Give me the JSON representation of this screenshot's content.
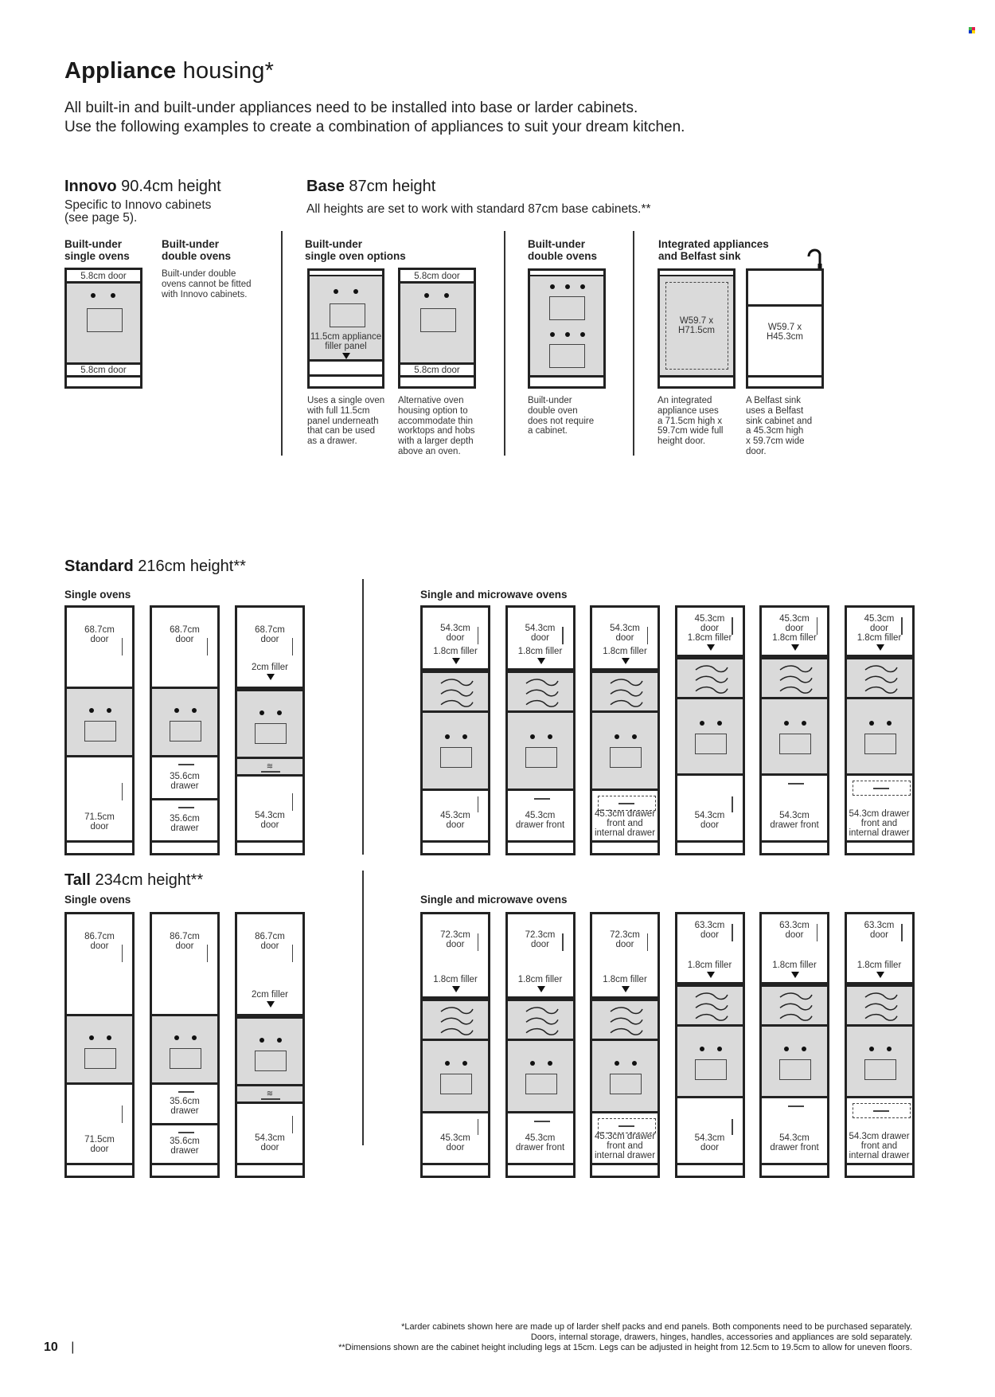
{
  "page": {
    "title_bold": "Appliance",
    "title_rest": " housing*",
    "intro_line1": "All built-in and built-under appliances need to be installed into base or larder cabinets.",
    "intro_line2": "Use the following examples to create a combination of appliances to suit your dream kitchen.",
    "logo_colors": [
      "#3cb44b",
      "#e6194b",
      "#0033cc",
      "#ffd700"
    ],
    "page_number": "10",
    "page_number_sep": "|"
  },
  "innovo": {
    "heading_bold": "Innovo",
    "heading_rest": " 90.4cm height",
    "sub1": "Specific to Innovo cabinets",
    "sub2": "(see page 5).",
    "single_label_1": "Built-under",
    "single_label_2": "single ovens",
    "single_top_door": "5.8cm door",
    "single_bottom_door": "5.8cm door",
    "double_label_1": "Built-under",
    "double_label_2": "double ovens",
    "double_desc": [
      "Built-under double",
      "ovens cannot be fitted",
      "with Innovo cabinets."
    ]
  },
  "base": {
    "heading_bold": "Base",
    "heading_rest": " 87cm height",
    "sub": "All heights are set to work with standard 87cm base cabinets.**",
    "single": {
      "label_1": "Built-under",
      "label_2": "single oven options",
      "option_a_filler_1": "11.5cm appliance",
      "option_a_filler_2": "filler panel",
      "option_a_desc": [
        "Uses a single oven",
        "with full 11.5cm",
        "panel underneath",
        "that can be used",
        "as a drawer."
      ],
      "option_b_top_door": "5.8cm door",
      "option_b_bottom_door": "5.8cm door",
      "option_b_desc": [
        "Alternative oven",
        "housing option to",
        "accommodate thin",
        "worktops and hobs",
        "with a larger depth",
        "above an oven."
      ]
    },
    "double": {
      "label_1": "Built-under",
      "label_2": "double ovens",
      "desc": [
        "Built-under",
        "double oven",
        "does not require",
        "a cabinet."
      ]
    },
    "integrated": {
      "label_1": "Integrated appliances",
      "label_2": "and Belfast sink",
      "appliance_dim_1": "W59.7 x",
      "appliance_dim_2": "H71.5cm",
      "appliance_desc": [
        "An integrated",
        "appliance uses",
        "a 71.5cm high x",
        "59.7cm wide full",
        "height door."
      ],
      "sink_dim_1": "W59.7 x",
      "sink_dim_2": "H45.3cm",
      "sink_desc": [
        "A Belfast sink",
        "uses a Belfast",
        "sink cabinet and",
        "a 45.3cm high",
        "x 59.7cm wide",
        "door."
      ]
    }
  },
  "standard": {
    "heading_bold": "Standard",
    "heading_rest": " 216cm height**",
    "single_label": "Single ovens",
    "micro_label": "Single and microwave ovens",
    "single": [
      {
        "top_1": "68.7cm",
        "top_2": "door",
        "bot_1": "71.5cm",
        "bot_2": "door"
      },
      {
        "top_1": "68.7cm",
        "top_2": "door",
        "mid_1": "35.6cm",
        "mid_2": "drawer",
        "bot_1": "35.6cm",
        "bot_2": "drawer"
      },
      {
        "top_1": "68.7cm",
        "top_2": "door",
        "filler": "2cm filler",
        "bot_1": "54.3cm",
        "bot_2": "door"
      }
    ],
    "micro": [
      {
        "top_1": "54.3cm",
        "top_2": "door",
        "filler": "1.8cm filler",
        "bot_1": "45.3cm",
        "bot_2": "door"
      },
      {
        "top_1": "54.3cm",
        "top_2": "door",
        "filler": "1.8cm filler",
        "bot_1": "45.3cm",
        "bot_2": "drawer front"
      },
      {
        "top_1": "54.3cm",
        "top_2": "door",
        "filler": "1.8cm filler",
        "bot_1": "45.3cm drawer",
        "bot_2": "front and",
        "bot_3": "internal drawer"
      },
      {
        "top_1": "45.3cm",
        "top_2": "door",
        "filler": "1.8cm filler",
        "bot_1": "54.3cm",
        "bot_2": "door"
      },
      {
        "top_1": "45.3cm",
        "top_2": "door",
        "filler": "1.8cm filler",
        "bot_1": "54.3cm",
        "bot_2": "drawer front"
      },
      {
        "top_1": "45.3cm",
        "top_2": "door",
        "filler": "1.8cm filler",
        "bot_1": "54.3cm drawer",
        "bot_2": "front and",
        "bot_3": "internal drawer"
      }
    ]
  },
  "tall": {
    "heading_bold": "Tall",
    "heading_rest": " 234cm height**",
    "single_label": "Single ovens",
    "micro_label": "Single and microwave ovens",
    "single": [
      {
        "top_1": "86.7cm",
        "top_2": "door",
        "bot_1": "71.5cm",
        "bot_2": "door"
      },
      {
        "top_1": "86.7cm",
        "top_2": "door",
        "mid_1": "35.6cm",
        "mid_2": "drawer",
        "bot_1": "35.6cm",
        "bot_2": "drawer"
      },
      {
        "top_1": "86.7cm",
        "top_2": "door",
        "filler": "2cm filler",
        "bot_1": "54.3cm",
        "bot_2": "door"
      }
    ],
    "micro": [
      {
        "top_1": "72.3cm",
        "top_2": "door",
        "filler": "1.8cm filler",
        "bot_1": "45.3cm",
        "bot_2": "door"
      },
      {
        "top_1": "72.3cm",
        "top_2": "door",
        "filler": "1.8cm filler",
        "bot_1": "45.3cm",
        "bot_2": "drawer front"
      },
      {
        "top_1": "72.3cm",
        "top_2": "door",
        "filler": "1.8cm filler",
        "bot_1": "45.3cm drawer",
        "bot_2": "front and",
        "bot_3": "internal drawer"
      },
      {
        "top_1": "63.3cm",
        "top_2": "door",
        "filler": "1.8cm filler",
        "bot_1": "54.3cm",
        "bot_2": "door"
      },
      {
        "top_1": "63.3cm",
        "top_2": "door",
        "filler": "1.8cm filler",
        "bot_1": "54.3cm",
        "bot_2": "drawer front"
      },
      {
        "top_1": "63.3cm",
        "top_2": "door",
        "filler": "1.8cm filler",
        "bot_1": "54.3cm drawer",
        "bot_2": "front and",
        "bot_3": "internal drawer"
      }
    ]
  },
  "footer": {
    "line1": "*Larder cabinets shown here are made up of larder shelf packs and end panels. Both components need to be purchased separately.",
    "line2": "Doors, internal storage, drawers, hinges, handles, accessories and appliances are sold separately.",
    "line3": "**Dimensions shown are the cabinet height including legs at 15cm. Legs can be adjusted in height from 12.5cm to 19.5cm to allow for uneven floors."
  }
}
